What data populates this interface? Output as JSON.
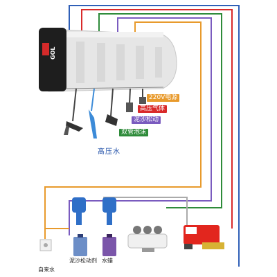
{
  "brand": "GOL",
  "labels": {
    "power": "220V电源",
    "air": "高压气体",
    "sand": "泥沙松动",
    "foam": "双管泡沫",
    "water": "高压水"
  },
  "captions": {
    "tap": "自来水",
    "sand_agent": "泥沙松动剂",
    "wax": "水蜡"
  },
  "colors": {
    "power": "#e89a2c",
    "air": "#d92a2a",
    "sand": "#7a5bbf",
    "foam": "#2e8b3a",
    "water": "#2f5fb7",
    "tap": "#e89a2c",
    "grey": "#aaaaaa"
  }
}
